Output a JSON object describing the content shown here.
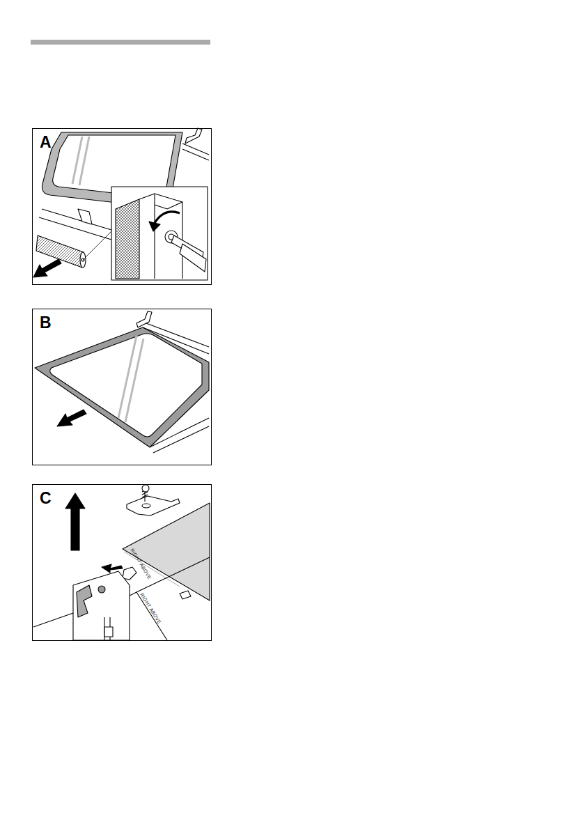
{
  "diagram": {
    "nodes": [
      {
        "text": [
          "A"
        ]
      },
      {
        "text": [
          "B"
        ]
      },
      {
        "text": [
          "C"
        ]
      }
    ],
    "labels": [
      "RIGHT ABOVE",
      "RIGHT ABOVE"
    ]
  }
}
